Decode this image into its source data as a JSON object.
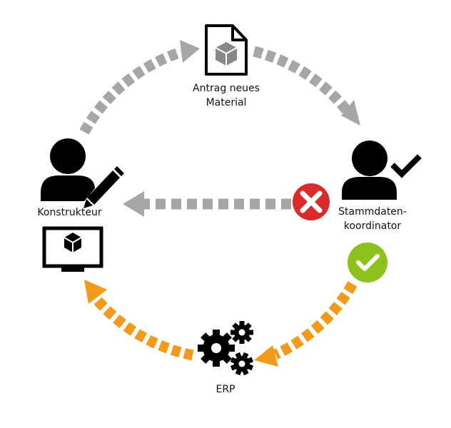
{
  "nodes": {
    "request": {
      "line1": "Antrag neues",
      "line2": "Material",
      "icon": "document-cube-icon"
    },
    "designer": {
      "label": "Konstrukteur",
      "icon": "user-pencil-icon",
      "screen_icon": "monitor-cube-icon"
    },
    "coordinator": {
      "line1": "Stammdaten-",
      "line2": "koordinator",
      "icon": "user-check-icon"
    },
    "erp": {
      "label": "ERP",
      "icon": "gears-icon"
    }
  },
  "decisions": {
    "reject": {
      "icon": "reject-icon",
      "color": "#d92b2b"
    },
    "approve": {
      "icon": "approve-icon",
      "color": "#8cc21b"
    }
  },
  "colors": {
    "gray_arrow": "#a6a6a6",
    "orange_arrow": "#f39a1b",
    "icon": "#000000"
  }
}
